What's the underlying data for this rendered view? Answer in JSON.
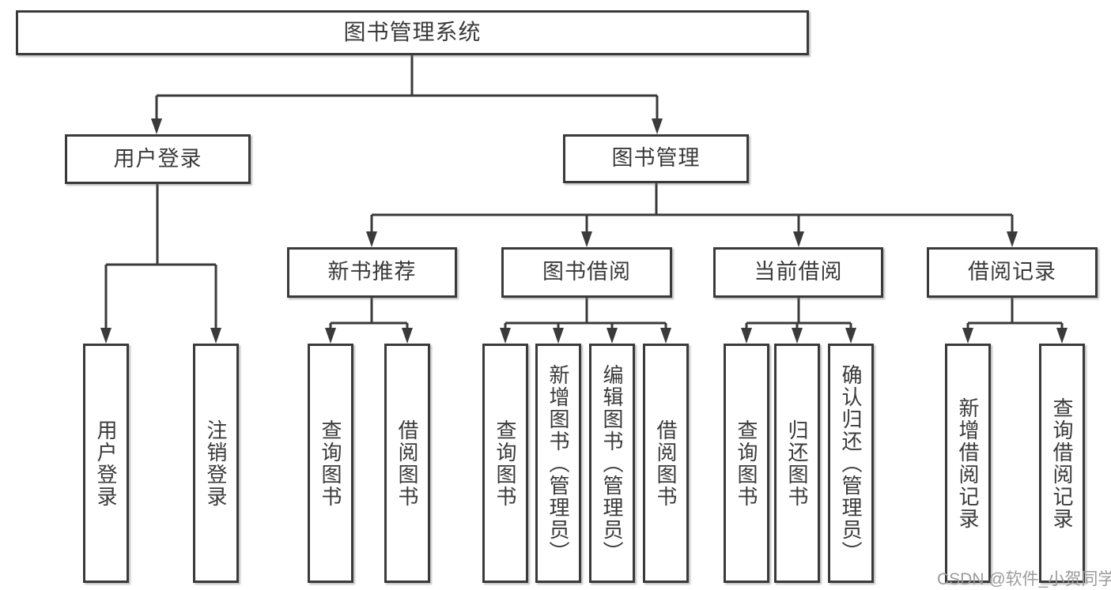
{
  "diagram": {
    "root": {
      "label": "图书管理系统"
    },
    "level2": {
      "user_login": {
        "label": "用户登录"
      },
      "book_management": {
        "label": "图书管理"
      }
    },
    "level3": {
      "new_book_recommend": {
        "label": "新书推荐"
      },
      "book_borrow": {
        "label": "图书借阅"
      },
      "current_borrow": {
        "label": "当前借阅"
      },
      "borrow_records": {
        "label": "借阅记录"
      }
    },
    "leaves": {
      "user_login": {
        "label": "用户登录"
      },
      "logout": {
        "label": "注销登录"
      },
      "recommend_query_books": {
        "label": "查询图书"
      },
      "recommend_borrow_books": {
        "label": "借阅图书"
      },
      "borrow_query_books": {
        "label": "查询图书"
      },
      "add_books_admin": {
        "label": "新增图书（管理员）"
      },
      "edit_books_admin": {
        "label": "编辑图书（管理员）"
      },
      "borrow_books": {
        "label": "借阅图书"
      },
      "current_query_books": {
        "label": "查询图书"
      },
      "return_books": {
        "label": "归还图书"
      },
      "confirm_return_admin": {
        "label": "确认归还（管理员）"
      },
      "add_borrow_record": {
        "label": "新增借阅记录"
      },
      "query_borrow_record": {
        "label": "查询借阅记录"
      }
    },
    "colors": {
      "line": "#3a3a3a",
      "text": "#3a3a3a",
      "box_background": "#ffffff",
      "watermark": "#9b9b9b"
    }
  },
  "watermark": {
    "text": "CSDN @软件_小贺同学"
  }
}
